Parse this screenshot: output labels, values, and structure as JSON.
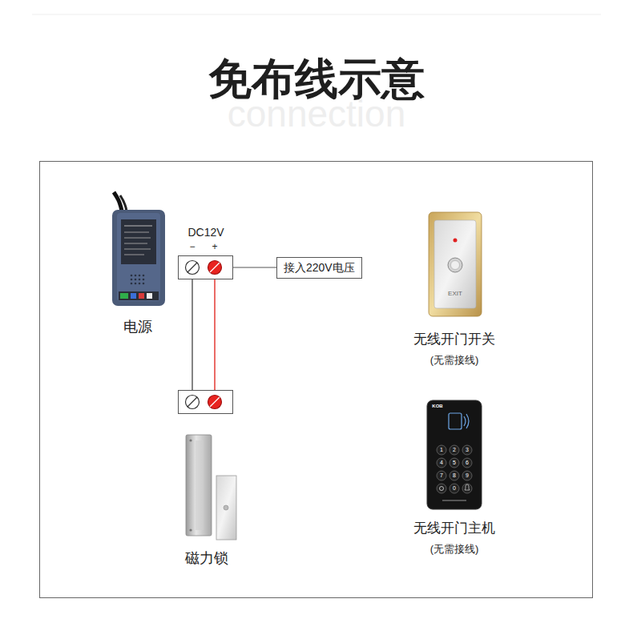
{
  "diagram": {
    "title": "免布线示意",
    "nodes": [
      {
        "text": [
          "接入220V电压"
        ]
      }
    ],
    "labels": [
      "connection",
      "电源",
      "DC12V",
      "−",
      "+",
      "磁力锁",
      "EXIT",
      "无线开门开关",
      "(无需接线)",
      "KOB",
      "1",
      "2",
      "3",
      "4",
      "5",
      "6",
      "7",
      "8",
      "9",
      "0",
      "无线开门主机",
      "(无需接线)"
    ]
  }
}
